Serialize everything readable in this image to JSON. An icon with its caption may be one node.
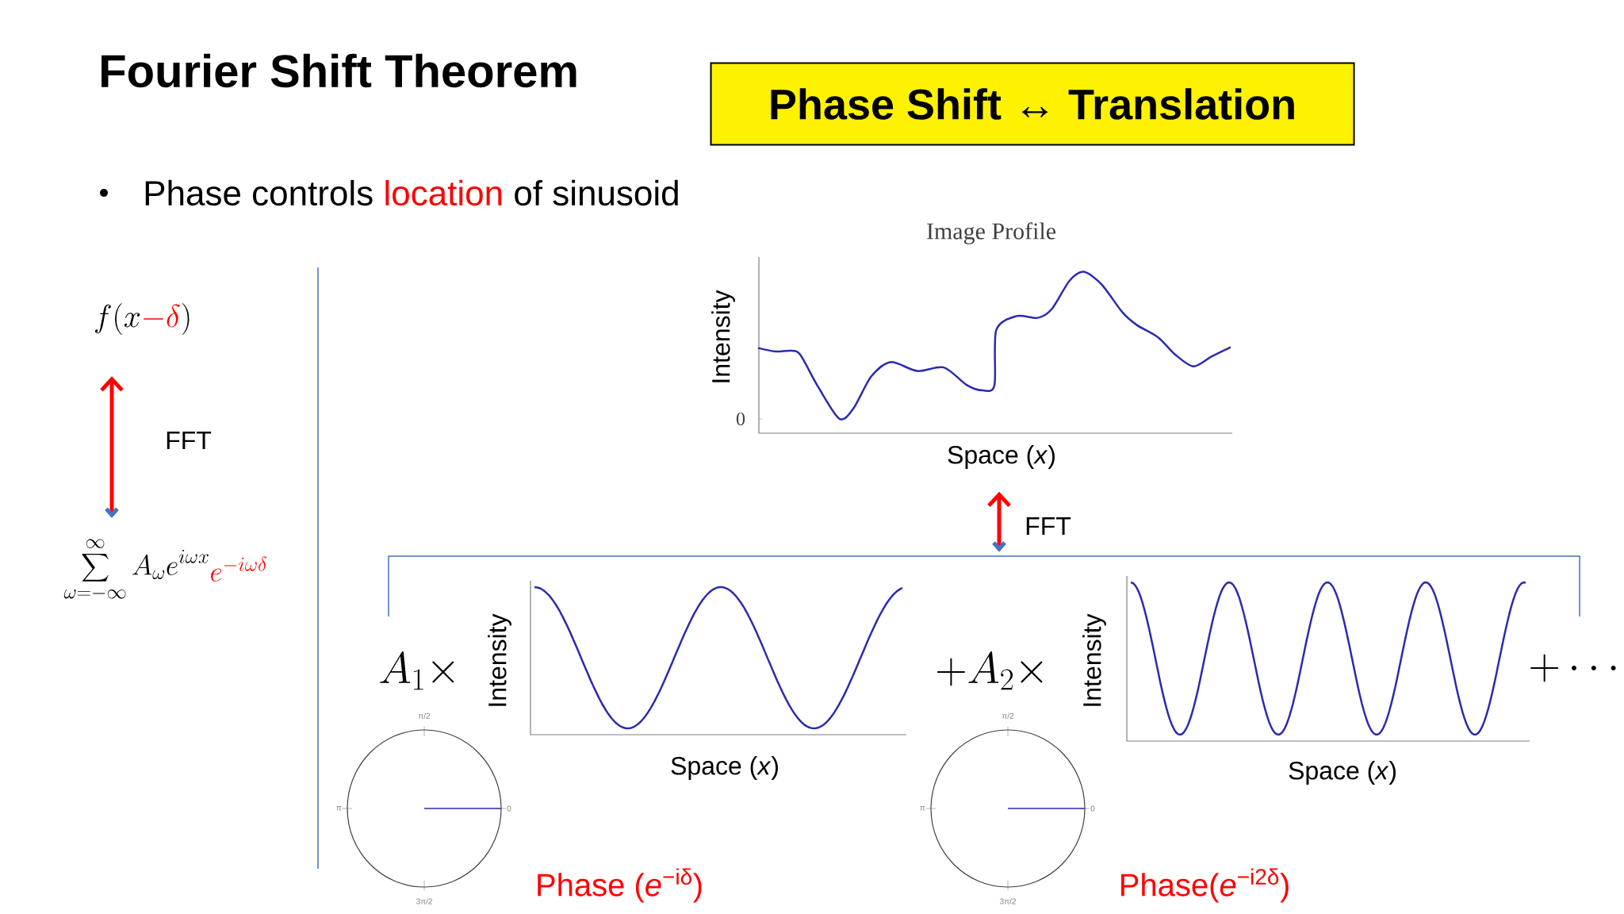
{
  "diagram": {
    "title": "Fourier Shift Theorem",
    "nodes": [
      {
        "text": [
          "Phase Shift ↔ Translation"
        ]
      },
      {
        "text": [
          "f(x",
          "-\\delta",
          ")"
        ]
      },
      {
        "text": [
          "\\sum_{\\omega=-\\infty}^{\\infty} A_{\\omega} e^{i\\omega x}",
          "e^{-i\\omega\\delta}"
        ]
      },
      {
        "text": [
          "Image Profile",
          "Intensity",
          "0",
          "Space (*x*)"
        ]
      },
      {
        "text": [],
        "shape": "bracket"
      },
      {
        "text": [
          "A_1 \\times"
        ]
      },
      {
        "text": [
          "Intensity",
          "Space (*x*)"
        ]
      },
      {
        "text": [
          "π/2",
          "π",
          "0",
          "3π/2"
        ]
      },
      {
        "text": [
          "+A_2 \\times"
        ]
      },
      {
        "text": [
          "Intensity",
          "Space (*x*)"
        ]
      },
      {
        "text": [
          "π/2",
          "π",
          "0",
          "3π/2"
        ]
      },
      {
        "text": [
          "+\\cdots"
        ]
      }
    ],
    "edges": [
      {
        "from": 1,
        "to": 2,
        "arrow": "both",
        "label": "FFT"
      },
      {
        "from": 3,
        "to": 4,
        "arrow": "both",
        "label": "FFT"
      }
    ],
    "labels": [
      "Phase controls",
      "location",
      "of sinusoid",
      "Phase (*e*$^{−iδ}$)",
      "Phase(*e*$^{−i2δ}$)"
    ]
  }
}
